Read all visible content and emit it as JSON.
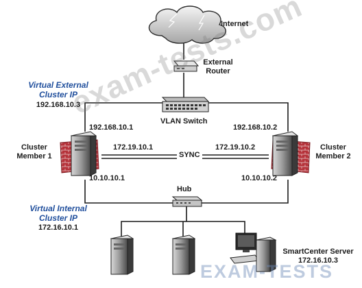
{
  "colors": {
    "accent_blue": "#1f4e9c",
    "firewall_red": "#b5323a",
    "line": "#1a1a1a"
  },
  "labels": {
    "internet": "Internet",
    "external_router_line1": "External",
    "external_router_line2": "Router",
    "virtual_external_line1": "Virtual External",
    "virtual_external_line2": "Cluster IP",
    "virtual_external_ip": "192.168.10.3",
    "vlan_switch": "VLAN Switch",
    "member1_ext_ip": "192.168.10.1",
    "member2_ext_ip": "192.168.10.2",
    "member1_sync_ip": "172.19.10.1",
    "member2_sync_ip": "172.19.10.2",
    "sync": "SYNC",
    "member1_line1": "Cluster",
    "member1_line2": "Member 1",
    "member2_line1": "Cluster",
    "member2_line2": "Member 2",
    "member1_int_ip": "10.10.10.1",
    "member2_int_ip": "10.10.10.2",
    "hub": "Hub",
    "virtual_internal_line1": "Virtual Internal",
    "virtual_internal_line2": "Cluster IP",
    "virtual_internal_ip": "172.16.10.1",
    "smartcenter_name": "SmartCenter Server",
    "smartcenter_ip": "172.16.10.3"
  },
  "watermarks": {
    "diagonal": "exam-tests.com",
    "bottom": "EXAM-TESTS"
  },
  "icons": [
    "cloud-icon",
    "router-icon",
    "switch-icon",
    "server-tower-icon",
    "firewall-brick-icon",
    "hub-icon",
    "workstation-icon"
  ]
}
